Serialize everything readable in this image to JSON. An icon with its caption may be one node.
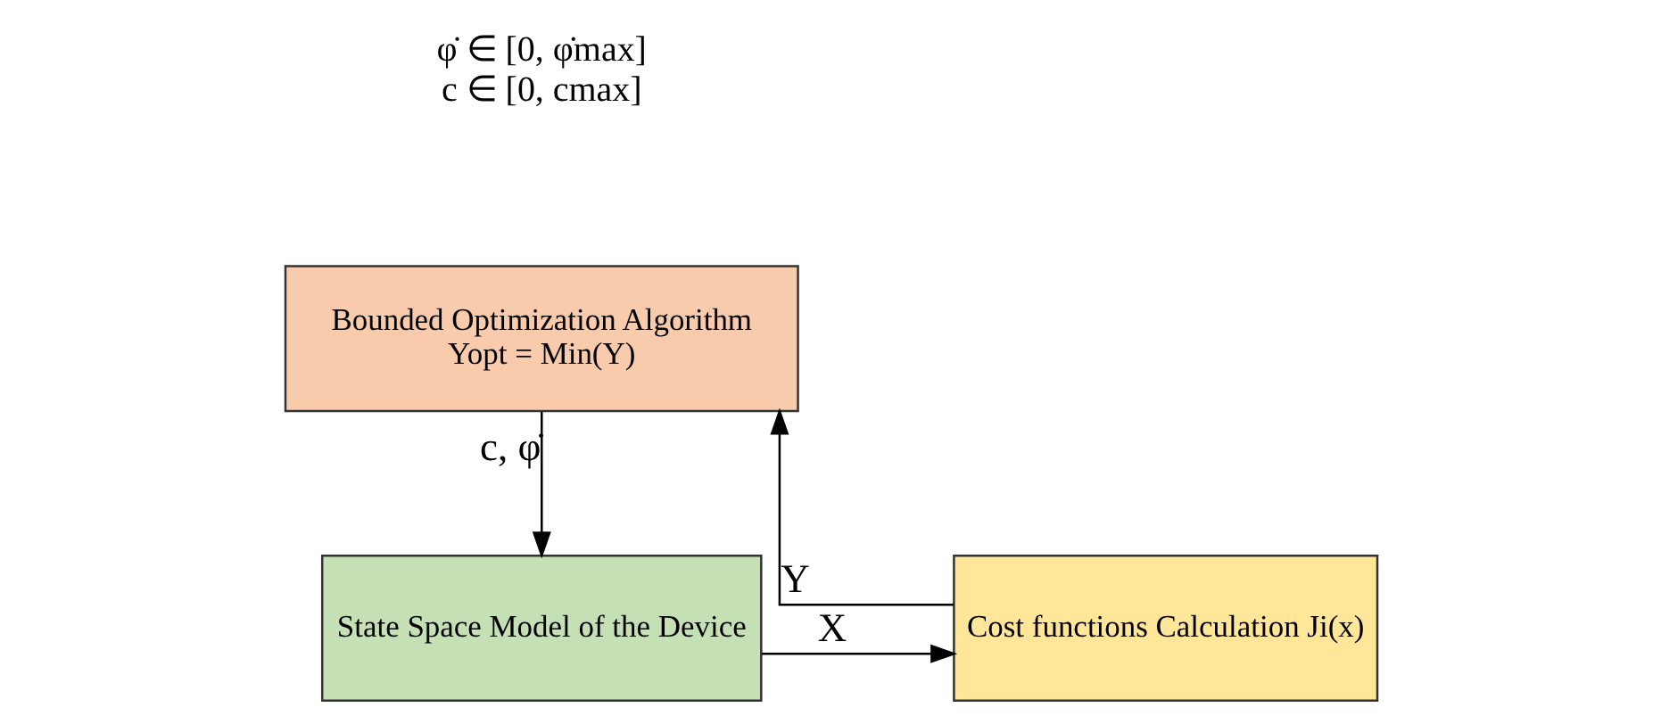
{
  "diagram": {
    "nodes": [
      {
        "text": [
          "Bounded Optimization Algorithm",
          "Yopt = Min(Y)"
        ]
      },
      {
        "text": [
          "State Space Model of the Device"
        ]
      },
      {
        "text": [
          "Cost functions Calculation Ji(x)"
        ]
      }
    ],
    "edges": [
      {
        "from": 0,
        "to": 1,
        "arrow": "to",
        "label": "c, φ̇"
      },
      {
        "from": 1,
        "to": 2,
        "arrow": "to",
        "label": "X"
      },
      {
        "from": 2,
        "to": 0,
        "arrow": "to",
        "label": "Y"
      }
    ],
    "labels": [
      "φ̇ ∈ [0, φ̇max]",
      "c ∈ [0, cmax]"
    ]
  }
}
